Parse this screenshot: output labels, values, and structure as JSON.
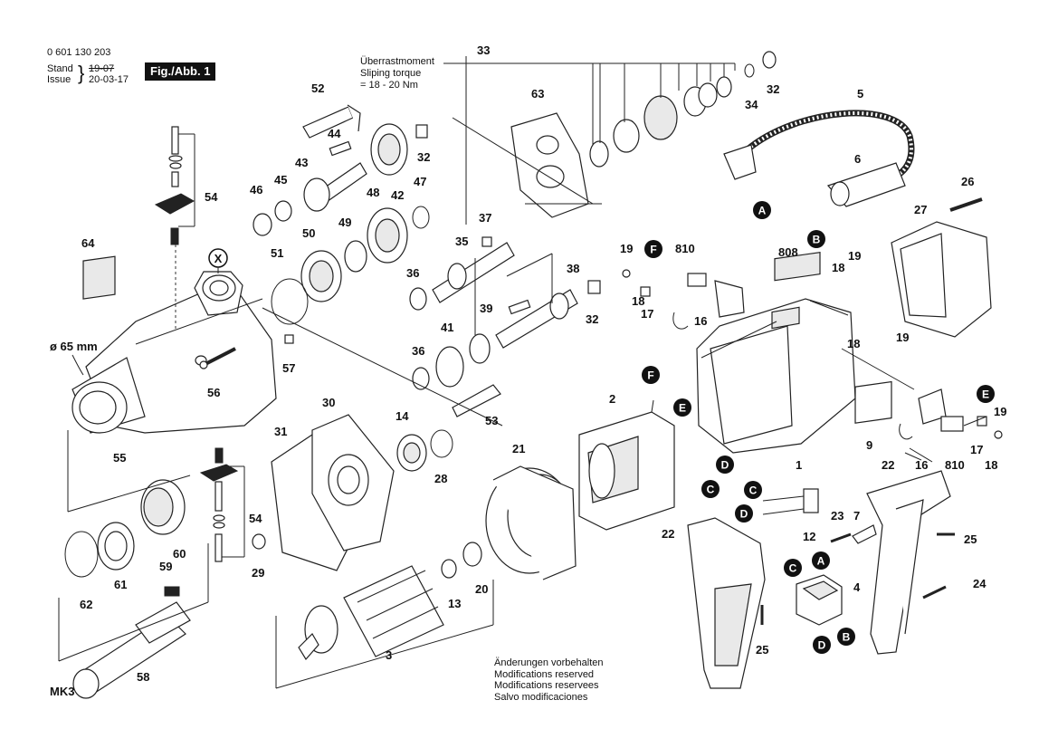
{
  "header": {
    "doc_number": "0 601 130 203",
    "stand_label": "Stand",
    "issue_label": "Issue",
    "stand_date_struck": "19-07",
    "issue_date": "20-03-17",
    "figure_label": "Fig./Abb. 1"
  },
  "torque_note": {
    "line1": "Überrastmoment",
    "line2": "Sliping torque",
    "line3": "= 18 - 20 Nm"
  },
  "footer_note": {
    "line1": "Änderungen vorbehalten",
    "line2": "Modifications reserved",
    "line3": "Modifications reservees",
    "line4": "Salvo modificaciones"
  },
  "dimension_label": "ø 65 mm",
  "mark_label": "X",
  "corner_label": "MK3",
  "parts": [
    "1",
    "2",
    "3",
    "4",
    "5",
    "6",
    "7",
    "9",
    "12",
    "13",
    "14",
    "16",
    "16",
    "17",
    "17",
    "18",
    "18",
    "18",
    "18",
    "19",
    "19",
    "19",
    "19",
    "20",
    "21",
    "22",
    "22",
    "23",
    "24",
    "25",
    "25",
    "26",
    "27",
    "28",
    "29",
    "30",
    "31",
    "32",
    "32",
    "32",
    "33",
    "34",
    "35",
    "36",
    "36",
    "37",
    "38",
    "39",
    "41",
    "42",
    "43",
    "44",
    "45",
    "46",
    "47",
    "48",
    "49",
    "50",
    "51",
    "52",
    "53",
    "54",
    "54",
    "55",
    "56",
    "57",
    "58",
    "59",
    "60",
    "61",
    "62",
    "63",
    "64",
    "808",
    "810",
    "810"
  ],
  "connectors": [
    "A",
    "B",
    "C",
    "D",
    "E",
    "F"
  ],
  "colors": {
    "ink": "#111111",
    "paper": "#ffffff",
    "badge": "#111111",
    "badge_text": "#ffffff"
  }
}
